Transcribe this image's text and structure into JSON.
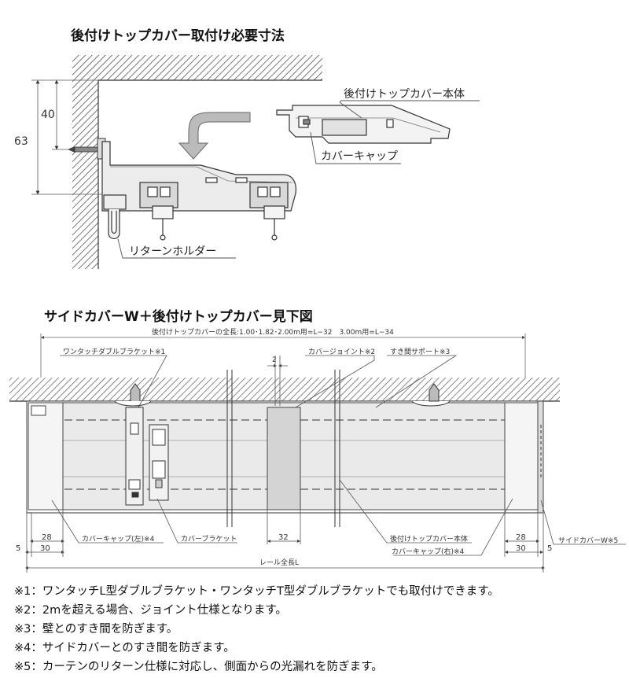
{
  "section1": {
    "title": "後付けトップカバー取付け必要寸法",
    "dim_40": "40",
    "dim_63": "63",
    "label_body": "後付けトップカバー本体",
    "label_cap": "カバーキャップ",
    "label_holder": "リターンホルダー"
  },
  "section2": {
    "title": "サイドカバーW＋後付けトップカバー見下図",
    "total_length_label": "後付けトップカバーの全長:1.00･1.82･2.00m用=L−32　3.00m用=L−34",
    "label_bracket_double": "ワンタッチダブルブラケット※1",
    "label_joint": "カバージョイント※2",
    "label_support": "すき間サポート※3",
    "dim_2": "2",
    "dim_28_left": "28",
    "dim_30_left": "30",
    "dim_5_left": "5",
    "label_cap_left": "カバーキャップ(左)※4",
    "label_cover_bracket": "カバーブラケット",
    "dim_32": "32",
    "label_top_body": "後付けトップカバー本体",
    "label_cap_right": "カバーキャップ(右)※4",
    "dim_28_right": "28",
    "dim_30_right": "30",
    "dim_5_right": "5",
    "label_side_cover": "サイドカバーW※5",
    "label_rail": "レール全長L"
  },
  "notes": [
    "※1：ワンタッチL型ダブルブラケット・ワンタッチT型ダブルブラケットでも取付けできます。",
    "※2：2mを超える場合、ジョイント仕様となります。",
    "※3：壁とのすき間を防ぎます。",
    "※4：サイドカバーとのすき間を防ぎます。",
    "※5：カーテンのリターン仕様に対応し、側面からの光漏れを防ぎます。"
  ]
}
